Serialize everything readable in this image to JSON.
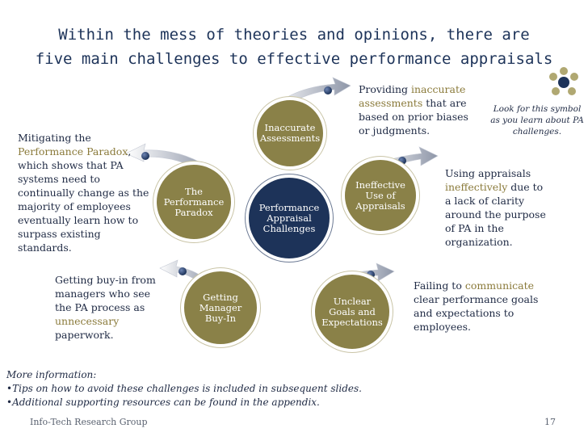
{
  "title": {
    "line1": "Within the mess of theories and opinions, there are",
    "line2": "five main challenges to effective performance appraisals"
  },
  "center": {
    "label": "Performance\nAppraisal\nChallenges"
  },
  "challenges": [
    {
      "label": "Inaccurate\nAssessments",
      "desc_pre": "Providing ",
      "desc_hl": "inaccurate assessments",
      "desc_post": " that are based on prior biases or judgments."
    },
    {
      "label": "Ineffective\nUse of\nAppraisals",
      "desc_pre": "Using appraisals ",
      "desc_hl": "ineffectively",
      "desc_post": " due to a lack of clarity around the purpose of PA in the organization."
    },
    {
      "label": "Unclear\nGoals and\nExpectations",
      "desc_pre": "Failing to ",
      "desc_hl": "communicate",
      "desc_post": " clear performance goals and expectations to employees."
    },
    {
      "label": "Getting\nManager\nBuy-In",
      "desc_pre": "Getting buy-in from managers who see the PA process as ",
      "desc_hl": "unnecessary",
      "desc_post": " paperwork."
    },
    {
      "label": "The\nPerformance\nParadox",
      "desc_pre": "Mitigating the ",
      "desc_hl": "Performance Paradox",
      "desc_post": ", which shows that PA systems need to continually change as the majority of employees eventually learn how to surpass existing standards."
    }
  ],
  "symbol_note": "Look for this symbol as you learn about PA challenges.",
  "more_info": {
    "heading": "More information:",
    "items": [
      "•Tips on how to avoid these challenges is included in subsequent slides.",
      "•Additional supporting resources can be found in the appendix."
    ]
  },
  "footer": {
    "org": "Info-Tech Research Group",
    "page": "17"
  },
  "colors": {
    "navy": "#1d3359",
    "gold": "#8a8148",
    "highlight": "#8a7a3a"
  }
}
